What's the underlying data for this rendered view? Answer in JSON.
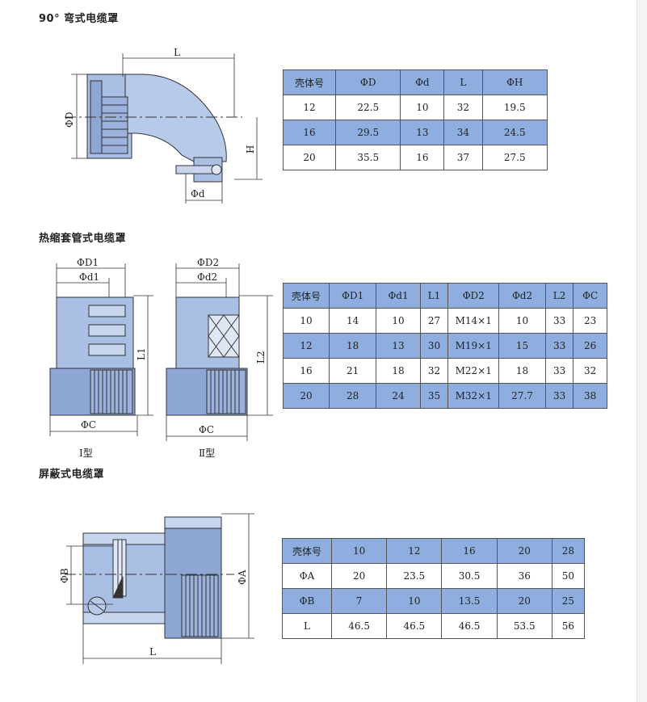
{
  "sections": {
    "elbow": {
      "title": "90° 弯式电缆罩"
    },
    "heatshrink": {
      "title": "热缩套管式电缆罩"
    },
    "shielded": {
      "title": "屏蔽式电缆罩"
    }
  },
  "diagram_labels": {
    "elbow": {
      "L": "L",
      "D": "ΦD",
      "H": "H",
      "d": "Φd"
    },
    "heatshrink": {
      "D1": "ΦD1",
      "d1": "Φd1",
      "L1": "L1",
      "C1": "ΦC",
      "type1": "Ⅰ型",
      "D2": "ΦD2",
      "d2": "Φd2",
      "L2": "L2",
      "C2": "ΦC",
      "type2": "Ⅱ型"
    },
    "shielded": {
      "B": "ΦB",
      "A": "ΦA",
      "L": "L"
    }
  },
  "tables": {
    "elbow": {
      "headers": [
        "壳体号",
        "ΦD",
        "Φd",
        "L",
        "ΦH"
      ],
      "rows": [
        [
          "12",
          "22.5",
          "10",
          "32",
          "19.5"
        ],
        [
          "16",
          "29.5",
          "13",
          "34",
          "24.5"
        ],
        [
          "20",
          "35.5",
          "16",
          "37",
          "27.5"
        ]
      ]
    },
    "heatshrink": {
      "headers": [
        "壳体号",
        "ΦD1",
        "Φd1",
        "L1",
        "ΦD2",
        "Φd2",
        "L2",
        "ΦC"
      ],
      "rows": [
        [
          "10",
          "14",
          "10",
          "27",
          "M14×1",
          "10",
          "33",
          "23"
        ],
        [
          "12",
          "18",
          "13",
          "30",
          "M19×1",
          "15",
          "33",
          "26"
        ],
        [
          "16",
          "21",
          "18",
          "32",
          "M22×1",
          "18",
          "33",
          "32"
        ],
        [
          "20",
          "28",
          "24",
          "35",
          "M32×1",
          "27.7",
          "33",
          "38"
        ]
      ]
    },
    "shielded": {
      "rows": [
        [
          "壳体号",
          "10",
          "12",
          "16",
          "20",
          "28"
        ],
        [
          "ΦA",
          "20",
          "23.5",
          "30.5",
          "36",
          "50"
        ],
        [
          "ΦB",
          "7",
          "10",
          "13.5",
          "20",
          "25"
        ],
        [
          "L",
          "46.5",
          "46.5",
          "46.5",
          "53.5",
          "56"
        ]
      ]
    }
  },
  "colors": {
    "header_fill": "#8eaee0",
    "part_fill": "#a9bfe3",
    "part_dark": "#7f97c4"
  }
}
